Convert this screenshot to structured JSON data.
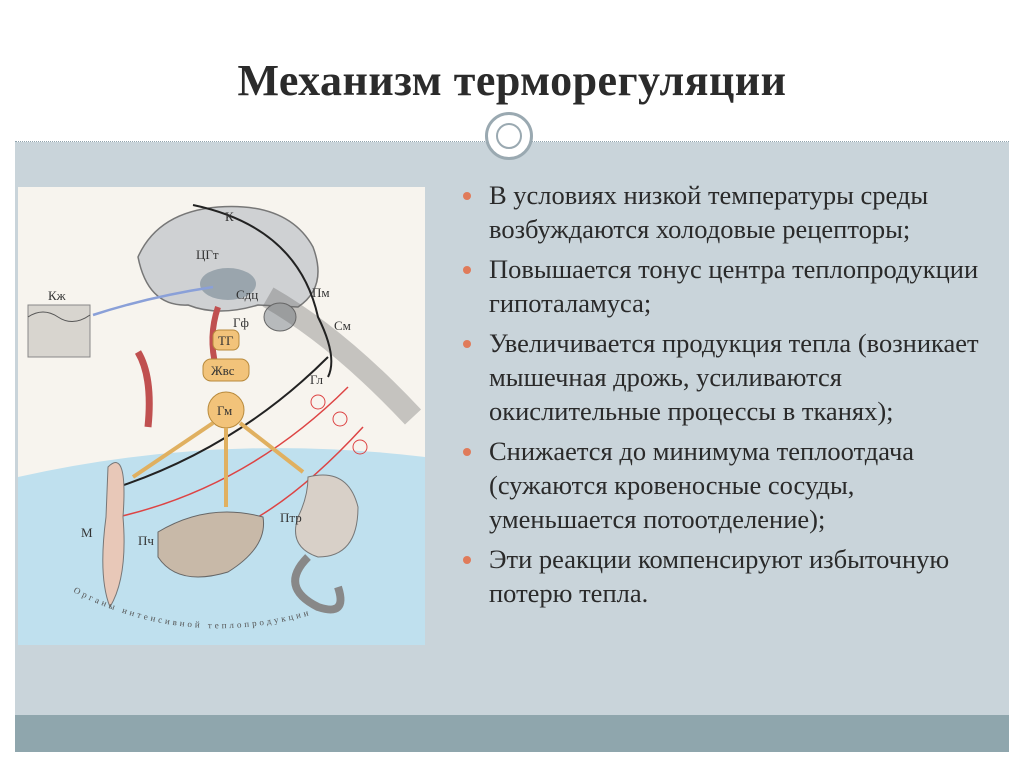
{
  "title": "Механизм терморегуляции",
  "bullets": [
    "В условиях низкой температуры среды возбуждаются  холодовые рецепторы;",
    "Повышается тонус центра теплопродукции гипоталамуса;",
    "Увеличивается продукция тепла (возникает мышечная дрожь, усиливаются  окислительные процессы в тканях);",
    "Снижается до минимума теплоотдача (сужаются кровеносные сосуды, уменьшается потоотделение);",
    "Эти реакции компенсируют избыточную потерю тепла."
  ],
  "figure": {
    "labels": {
      "k": "К",
      "cgt": "ЦГт",
      "sdc": "Сдц",
      "pm": "Пм",
      "sm": "См",
      "gf": "Гф",
      "kzh": "Кж",
      "tg": "ТГ",
      "zhvs": "Жвс",
      "gm": "Гм",
      "gl": "Гл",
      "m": "М",
      "pch": "Пч",
      "ptr": "Птр"
    },
    "arc_caption": "Органы интенсивной теплопродукции"
  },
  "colors": {
    "accent": "#e07b5a",
    "slide_bg": "#c9d4da",
    "footer": "#8fa6ad"
  }
}
